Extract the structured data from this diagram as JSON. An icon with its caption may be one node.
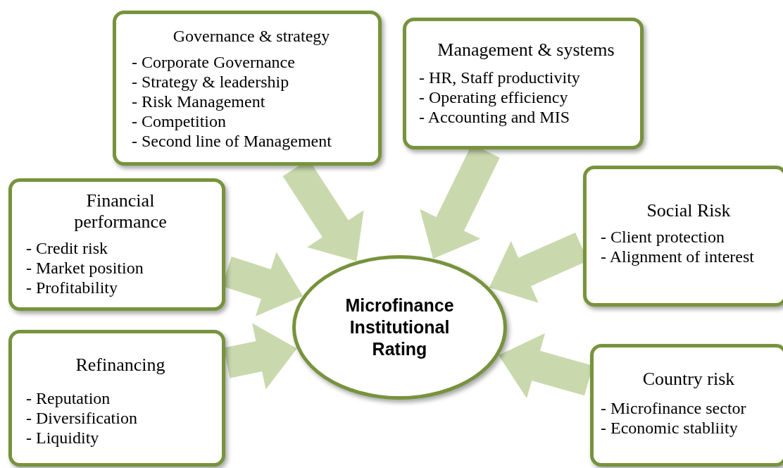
{
  "diagram": {
    "nodes": [
      {
        "text": [
          "Governance & strategy",
          "- Corporate Governance",
          "- Strategy & leadership",
          "- Risk Management",
          "- Competition",
          "- Second line of Management"
        ]
      },
      {
        "text": [
          "Management  & systems",
          "- HR, Staff productivity",
          "- Operating efficiency",
          "- Accounting and MIS"
        ]
      },
      {
        "text": [
          "Financial performance",
          "- Credit risk",
          "- Market position",
          "- Profitability"
        ]
      },
      {
        "text": [
          "Social Risk",
          "- Client protection",
          "- Alignment of interest"
        ]
      },
      {
        "text": [
          "Refinancing",
          "- Reputation",
          "- Diversification",
          "- Liquidity"
        ]
      },
      {
        "text": [
          "Country risk",
          "- Microfinance sector",
          "- Economic stabliity"
        ]
      },
      {
        "text": [
          "Microfinance Institutional Rating"
        ]
      }
    ],
    "edges": [
      {
        "from": 0,
        "to": 6,
        "arrow": "to",
        "style": "thick"
      },
      {
        "from": 1,
        "to": 6,
        "arrow": "to",
        "style": "thick"
      },
      {
        "from": 2,
        "to": 6,
        "arrow": "to",
        "style": "thick"
      },
      {
        "from": 3,
        "to": 6,
        "arrow": "to",
        "style": "thick"
      },
      {
        "from": 4,
        "to": 6,
        "arrow": "to",
        "style": "thick"
      },
      {
        "from": 5,
        "to": 6,
        "arrow": "to",
        "style": "thick"
      }
    ]
  }
}
